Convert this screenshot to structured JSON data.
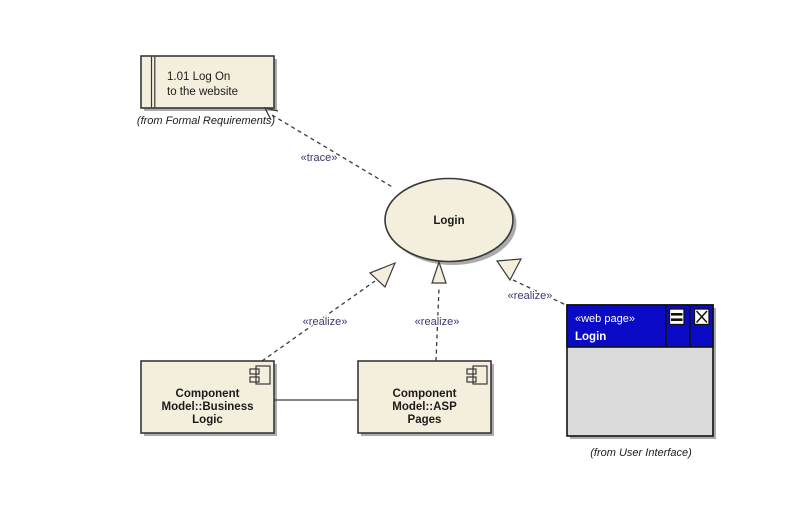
{
  "colors": {
    "element_fill": "#F4EEDC",
    "border": "#383838",
    "shadow": "#ABABAB",
    "titlebar_blue": "#0B0BC7",
    "screen_body": "#DBDBDB",
    "stereotype_text": "#39396B",
    "text": "#1B1B1B"
  },
  "requirement": {
    "name_line1": "1.01 Log On",
    "name_line2": "to the website",
    "from_note": "(from Formal Requirements)"
  },
  "usecase": {
    "name": "Login"
  },
  "connectors": {
    "trace": "«trace»",
    "realize_left": "«realize»",
    "realize_middle": "«realize»",
    "realize_right": "«realize»"
  },
  "components": [
    {
      "line1": "Component",
      "line2": "Model::Business",
      "line3": "Logic"
    },
    {
      "line1": "Component",
      "line2": "Model::ASP",
      "line3": "Pages"
    }
  ],
  "webpage": {
    "stereotype": "«web page»",
    "name": "Login",
    "from_note": "(from User Interface)"
  }
}
